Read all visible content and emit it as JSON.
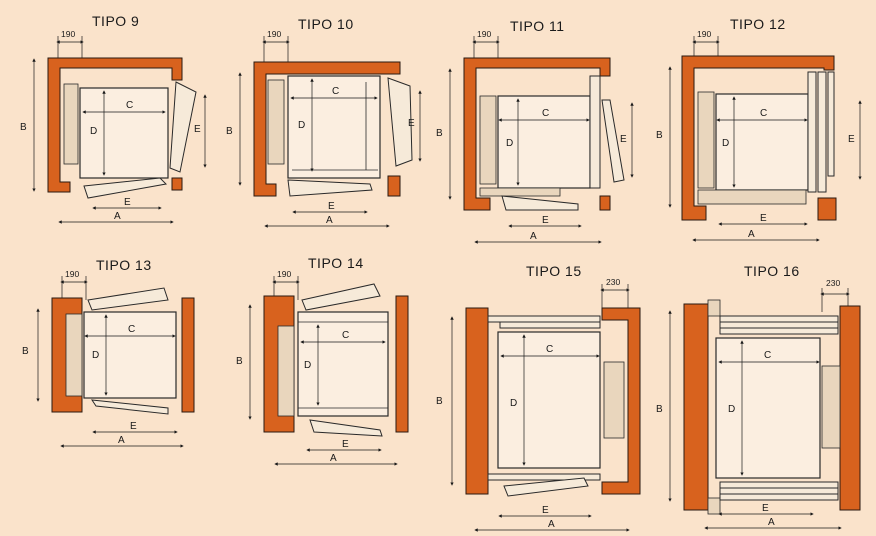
{
  "labels": {
    "A": "A",
    "B": "B",
    "C": "C",
    "D": "D",
    "E": "E"
  },
  "dimensions": {
    "narrow": "190",
    "wide": "230"
  },
  "diagrams": [
    {
      "id": "tipo-9",
      "title": "TIPO 9",
      "dim_top": "190",
      "door_style": "swing-right"
    },
    {
      "id": "tipo-10",
      "title": "TIPO 10",
      "dim_top": "190",
      "door_style": "swing-right-gates"
    },
    {
      "id": "tipo-11",
      "title": "TIPO 11",
      "dim_top": "190",
      "door_style": "telescopic-right"
    },
    {
      "id": "tipo-12",
      "title": "TIPO 12",
      "dim_top": "190",
      "door_style": "telescopic-right-deep"
    },
    {
      "id": "tipo-13",
      "title": "TIPO 13",
      "dim_top": "190",
      "door_style": "through-swing"
    },
    {
      "id": "tipo-14",
      "title": "TIPO 14",
      "dim_top": "190",
      "door_style": "through-swing-gates"
    },
    {
      "id": "tipo-15",
      "title": "TIPO 15",
      "dim_top": "230",
      "door_style": "through-telescopic"
    },
    {
      "id": "tipo-16",
      "title": "TIPO 16",
      "dim_top": "230",
      "door_style": "through-telescopic-deep"
    }
  ],
  "colors": {
    "wall": "#d8621e",
    "background": "#fae3cb"
  }
}
